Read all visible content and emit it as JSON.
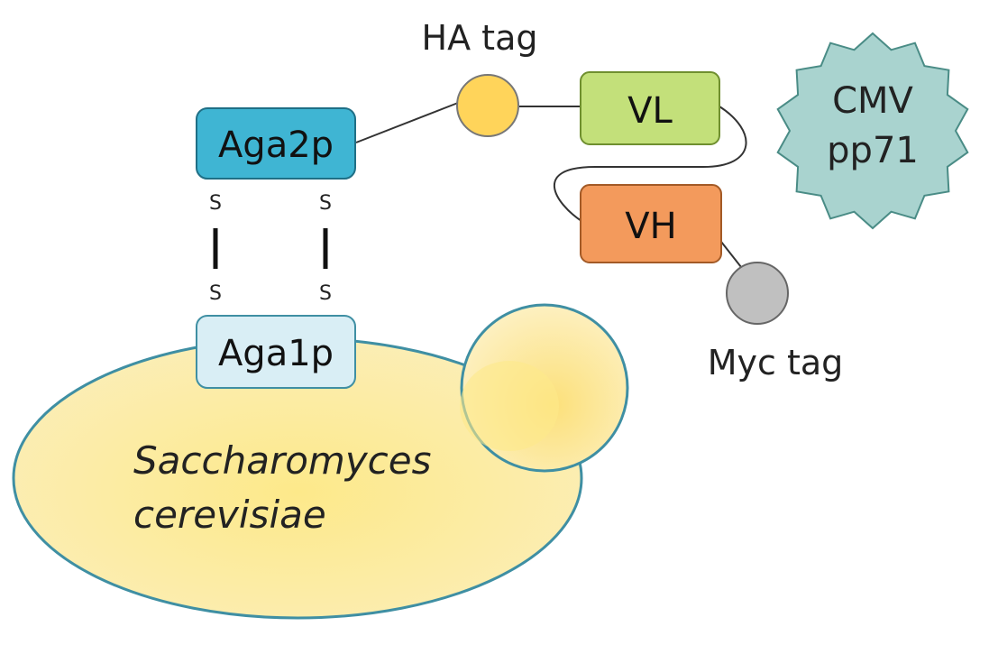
{
  "labels": {
    "ha_tag": "HA tag",
    "myc_tag": "Myc tag",
    "aga2p": "Aga2p",
    "aga1p": "Aga1p",
    "vl": "VL",
    "vh": "VH",
    "cmv_line1": "CMV",
    "cmv_line2": "pp71",
    "organism_line1": "Saccharomyces",
    "organism_line2": "cerevisiae",
    "disulfide_top_left": "S",
    "disulfide_bottom_left": "S",
    "disulfide_top_right": "S",
    "disulfide_bottom_right": "S"
  },
  "colors": {
    "aga2p_fill": "#3fb5d3",
    "aga1p_fill": "#d9eef5",
    "vl_fill": "#c3e07a",
    "vh_fill": "#f39a5c",
    "ha_tag_fill": "#ffd45a",
    "myc_tag_fill": "#c0c0c0",
    "cmv_fill": "#a9d3cf",
    "yeast_fill": "#fbe6a2",
    "yeast_outline": "#3f8fa3"
  }
}
